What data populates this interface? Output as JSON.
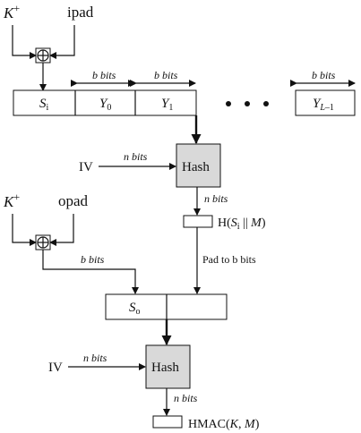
{
  "inputs": {
    "k_plus_top": "K+",
    "ipad": "ipad",
    "k_plus_bottom": "K+",
    "opad": "opad"
  },
  "message_blocks": {
    "width_label": "b bits",
    "blocks": [
      "Si",
      "Y0",
      "Y1",
      "YL–1"
    ],
    "ellipsis": "• • •"
  },
  "hash_stage_1": {
    "iv_label": "IV",
    "iv_width": "n bits",
    "hash_label": "Hash",
    "output_width": "n bits",
    "output_label": "H(Si || M)",
    "pad_label": "Pad to b bits"
  },
  "outer_stage": {
    "opad_width": "b bits",
    "so_label": "So"
  },
  "hash_stage_2": {
    "iv_label": "IV",
    "iv_width": "n bits",
    "hash_label": "Hash",
    "output_width": "n bits",
    "output_label": "HMAC(K, M)"
  }
}
